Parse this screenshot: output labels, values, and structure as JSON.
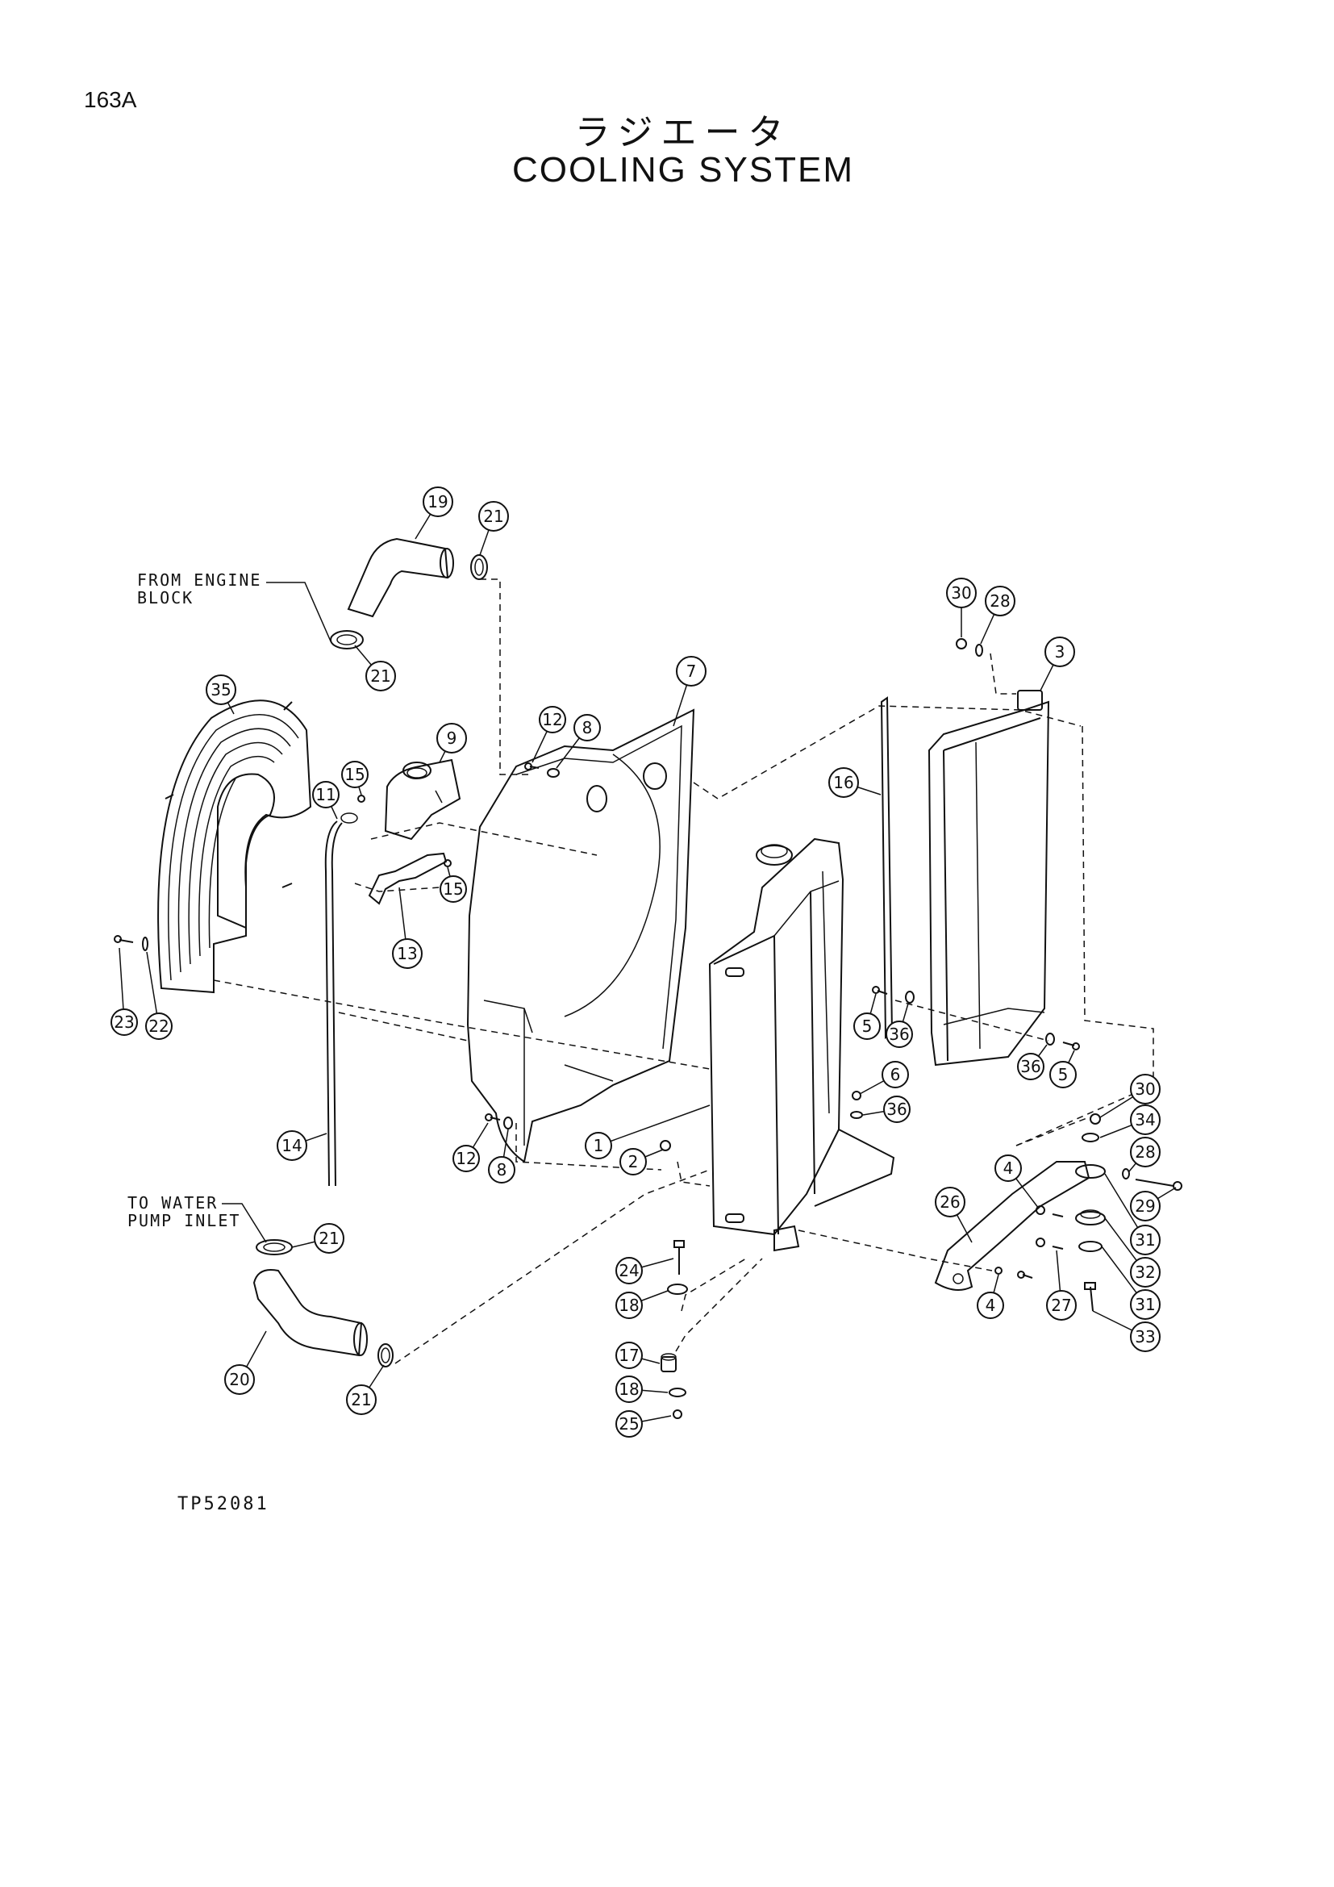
{
  "page": {
    "code": "163A",
    "title_jp": "ラジエータ",
    "title_en": "COOLING SYSTEM",
    "drawing_code": "TP52081"
  },
  "notes": {
    "from_engine": "FROM ENGINE\nBLOCK",
    "to_water_pump": "TO WATER\nPUMP INLET"
  },
  "callouts": [
    {
      "id": "c19",
      "num": "19"
    },
    {
      "id": "c21a",
      "num": "21"
    },
    {
      "id": "c21b",
      "num": "21"
    },
    {
      "id": "c35",
      "num": "35"
    },
    {
      "id": "c12a",
      "num": "12"
    },
    {
      "id": "c8a",
      "num": "8"
    },
    {
      "id": "c7",
      "num": "7"
    },
    {
      "id": "c9",
      "num": "9"
    },
    {
      "id": "c15a",
      "num": "15"
    },
    {
      "id": "c11",
      "num": "11"
    },
    {
      "id": "c15b",
      "num": "15"
    },
    {
      "id": "c13",
      "num": "13"
    },
    {
      "id": "c23",
      "num": "23"
    },
    {
      "id": "c22",
      "num": "22"
    },
    {
      "id": "c14",
      "num": "14"
    },
    {
      "id": "c12b",
      "num": "12"
    },
    {
      "id": "c8b",
      "num": "8"
    },
    {
      "id": "c1",
      "num": "1"
    },
    {
      "id": "c2",
      "num": "2"
    },
    {
      "id": "c21c",
      "num": "21"
    },
    {
      "id": "c20",
      "num": "20"
    },
    {
      "id": "c21d",
      "num": "21"
    },
    {
      "id": "c24",
      "num": "24"
    },
    {
      "id": "c18a",
      "num": "18"
    },
    {
      "id": "c17",
      "num": "17"
    },
    {
      "id": "c18b",
      "num": "18"
    },
    {
      "id": "c25",
      "num": "25"
    },
    {
      "id": "c30a",
      "num": "30"
    },
    {
      "id": "c28a",
      "num": "28"
    },
    {
      "id": "c3",
      "num": "3"
    },
    {
      "id": "c16",
      "num": "16"
    },
    {
      "id": "c5a",
      "num": "5"
    },
    {
      "id": "c36a",
      "num": "36"
    },
    {
      "id": "c6",
      "num": "6"
    },
    {
      "id": "c36b",
      "num": "36"
    },
    {
      "id": "c36c",
      "num": "36"
    },
    {
      "id": "c5b",
      "num": "5"
    },
    {
      "id": "c30b",
      "num": "30"
    },
    {
      "id": "c34",
      "num": "34"
    },
    {
      "id": "c28b",
      "num": "28"
    },
    {
      "id": "c29",
      "num": "29"
    },
    {
      "id": "c26",
      "num": "26"
    },
    {
      "id": "c4a",
      "num": "4"
    },
    {
      "id": "c31a",
      "num": "31"
    },
    {
      "id": "c32",
      "num": "32"
    },
    {
      "id": "c31b",
      "num": "31"
    },
    {
      "id": "c33",
      "num": "33"
    },
    {
      "id": "c27",
      "num": "27"
    },
    {
      "id": "c4b",
      "num": "4"
    }
  ]
}
